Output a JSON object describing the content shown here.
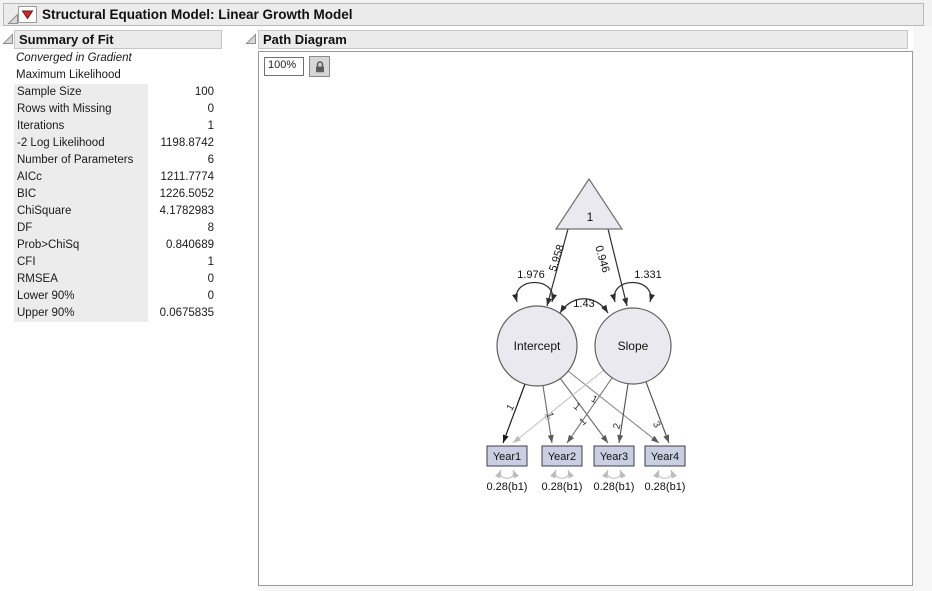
{
  "window": {
    "title": "Structural Equation Model: Linear Growth Model",
    "icons": {
      "hotspot": "red-triangle-menu",
      "disclosure": "open-outline-triangle",
      "lock": "padlock"
    }
  },
  "summary_of_fit": {
    "title": "Summary of Fit",
    "convergence": "Converged in Gradient",
    "method": "Maximum Likelihood",
    "rows": [
      {
        "label": "Sample Size",
        "value": "100"
      },
      {
        "label": "Rows with Missing",
        "value": "0"
      },
      {
        "label": "Iterations",
        "value": "1"
      },
      {
        "label": "-2 Log Likelihood",
        "value": "1198.8742"
      },
      {
        "label": "Number of Parameters",
        "value": "6"
      },
      {
        "label": "AICc",
        "value": "1211.7774"
      },
      {
        "label": "BIC",
        "value": "1226.5052"
      },
      {
        "label": "ChiSquare",
        "value": "4.1782983"
      },
      {
        "label": "DF",
        "value": "8"
      },
      {
        "label": "Prob>ChiSq",
        "value": "0.840689"
      },
      {
        "label": "CFI",
        "value": "1"
      },
      {
        "label": "RMSEA",
        "value": "0"
      },
      {
        "label": "Lower 90%",
        "value": "0"
      },
      {
        "label": "Upper 90%",
        "value": "0.0675835"
      }
    ]
  },
  "path_diagram": {
    "title": "Path Diagram",
    "zoom": "100%",
    "constant_node": "1",
    "latent_nodes": {
      "intercept": "Intercept",
      "slope": "Slope"
    },
    "means": {
      "intercept": "5.958",
      "slope": "0.946"
    },
    "variances": {
      "intercept": "1.976",
      "slope": "1.331"
    },
    "covariance": "1.43",
    "manifest_nodes": [
      "Year1",
      "Year2",
      "Year3",
      "Year4"
    ],
    "residuals": [
      "0.28(b1)",
      "0.28(b1)",
      "0.28(b1)",
      "0.28(b1)"
    ],
    "loadings": {
      "intercept": [
        "1",
        "1",
        "1",
        "1"
      ],
      "slope": [
        "0",
        "1",
        "2",
        "3"
      ]
    }
  },
  "colors": {
    "hotspot_red": "#c42f2f",
    "latent_fill": "#e9e9ef",
    "manifest_fill": "#c9cee3",
    "header_bg": "#ebebeb",
    "edge_dark": "#2e2e2e",
    "edge_mid": "#6b6b6b",
    "edge_light": "#c3c3c3"
  }
}
